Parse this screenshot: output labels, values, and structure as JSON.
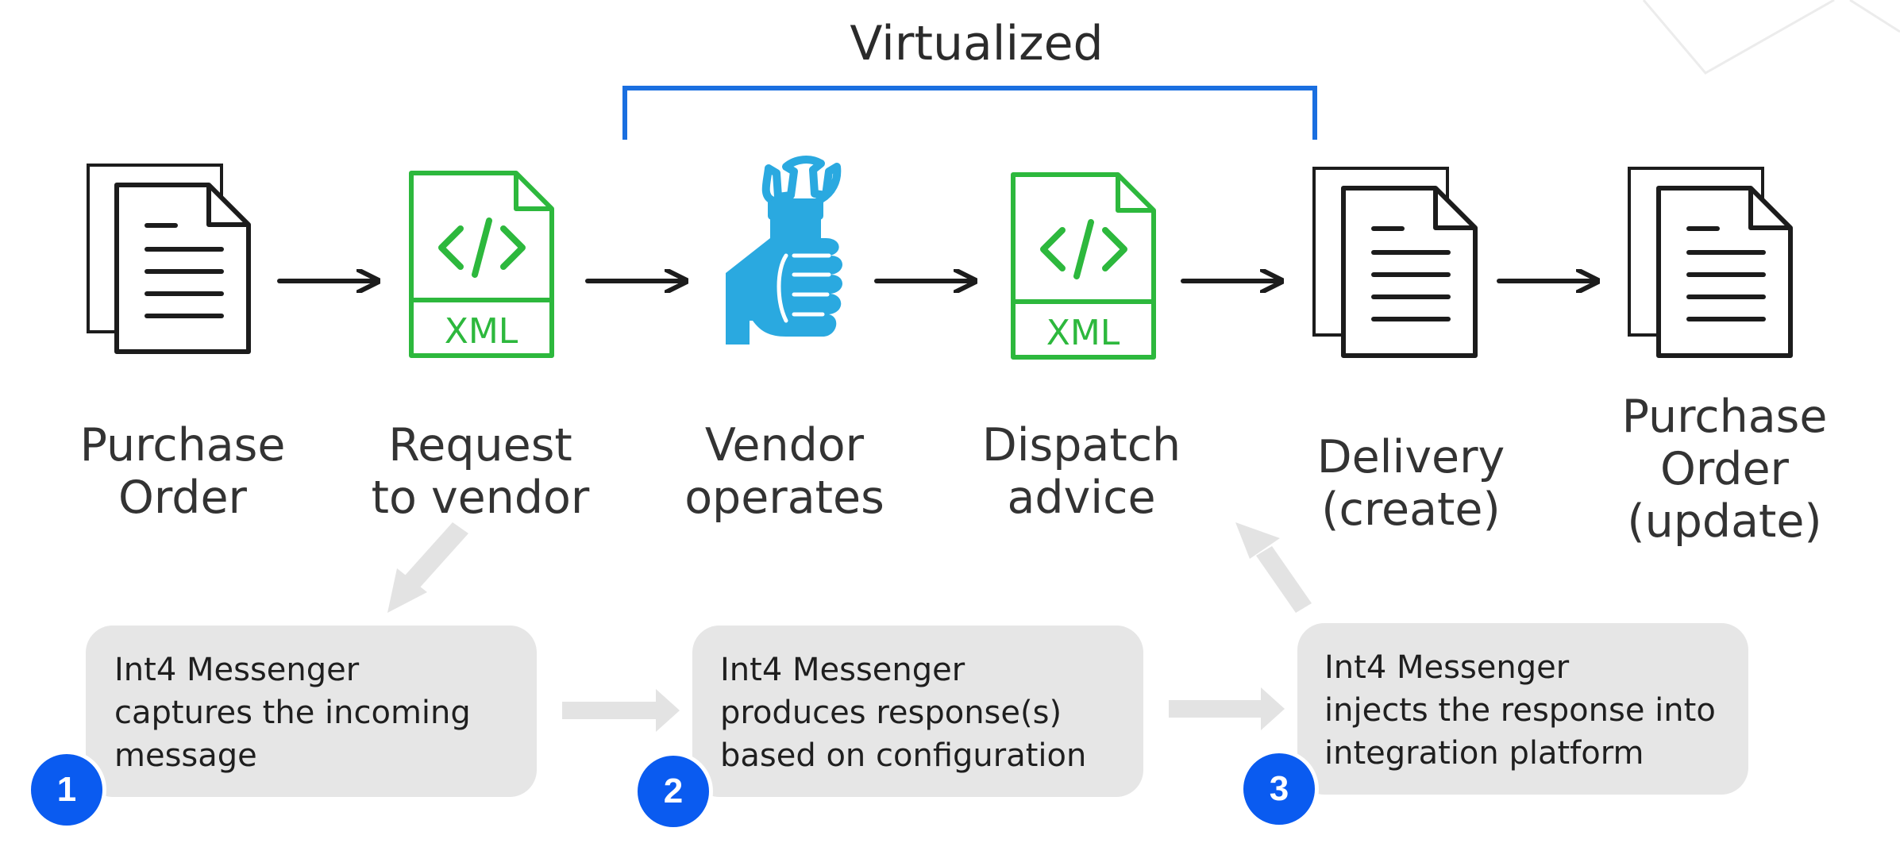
{
  "bracket_label": "Virtualized",
  "colors": {
    "bracket": "#1a6fe0",
    "xml": "#2db83d",
    "tool": "#2aa9e0",
    "doc": "#1c1c1c",
    "box": "#e6e6e6",
    "badge": "#0a5bf0",
    "arrow_light": "#e3e3e3"
  },
  "steps": [
    {
      "icon": "document-stack-icon",
      "label": "Purchase\nOrder"
    },
    {
      "icon": "xml-file-icon",
      "label": "Request\nto vendor",
      "tag": "XML"
    },
    {
      "icon": "wrench-hand-icon",
      "label": "Vendor\noperates"
    },
    {
      "icon": "xml-file-icon",
      "label": "Dispatch\nadvice",
      "tag": "XML"
    },
    {
      "icon": "document-stack-icon",
      "label": "Delivery\n(create)"
    },
    {
      "icon": "document-stack-icon",
      "label": "Purchase\nOrder\n(update)"
    }
  ],
  "notes": [
    {
      "number": "1",
      "text": "Int4 Messenger\ncaptures the incoming\nmessage"
    },
    {
      "number": "2",
      "text": "Int4 Messenger\nproduces response(s)\nbased on configuration"
    },
    {
      "number": "3",
      "text": "Int4 Messenger\ninjects the response into\nintegration platform"
    }
  ]
}
